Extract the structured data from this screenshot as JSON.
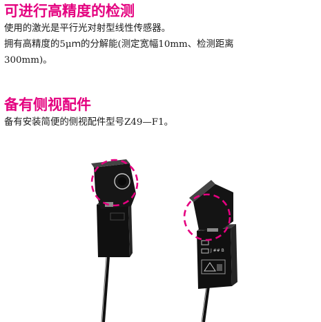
{
  "colors": {
    "accent": "#e4007f",
    "text": "#1a1a1a"
  },
  "section1": {
    "title": "可进行高精度的检测",
    "lines": [
      "使用的激光是平行光对射型线性传感器。",
      "拥有高精度的5μｍ的分解能(测定宽幅10mm、检测距离",
      "300mm)。"
    ]
  },
  "section2": {
    "title": "备有侧视配件",
    "lines": [
      "备有安装简便的侧视配件型号Z49—F1。"
    ]
  },
  "figure": {
    "right_sensor_label": "J ## B"
  }
}
